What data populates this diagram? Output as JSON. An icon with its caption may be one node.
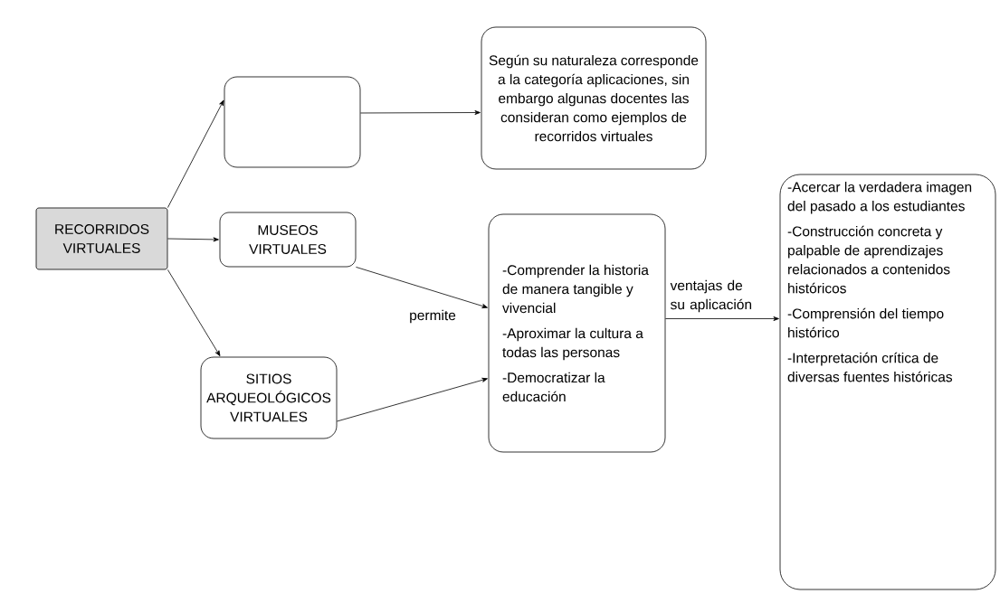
{
  "diagram": {
    "nodes": [
      {
        "text": [
          "RECORRIDOS VIRTUALES"
        ]
      },
      {
        "text": [],
        "shape": "box"
      },
      {
        "text": [
          "Según su naturaleza corresponde a la categoría aplicaciones, sin embargo algunas docentes las consideran como ejemplos de recorridos virtuales"
        ]
      },
      {
        "text": [
          "MUSEOS VIRTUALES"
        ]
      },
      {
        "text": [
          "SITIOS ARQUEOLÓGICOS VIRTUALES"
        ]
      },
      {
        "text": [
          "-Comprender la historia de manera tangible y vivencial",
          "-Aproximar la cultura a todas las personas",
          "-Democratizar la educación"
        ]
      },
      {
        "text": [
          "-Acercar la verdadera imagen del pasado a los estudiantes",
          "-Construcción concreta y palpable de aprendizajes relacionados a contenidos históricos",
          "-Comprensión del tiempo histórico",
          "-Interpretación crítica de diversas fuentes históricas"
        ]
      }
    ],
    "edges": [
      {
        "from": 0,
        "to": 1,
        "arrow": "to"
      },
      {
        "from": 0,
        "to": 3,
        "arrow": "to"
      },
      {
        "from": 0,
        "to": 4,
        "arrow": "to"
      },
      {
        "from": 1,
        "to": 2,
        "arrow": "to"
      },
      {
        "from": 3,
        "to": 5,
        "arrow": "to"
      },
      {
        "from": 4,
        "to": 5,
        "arrow": "to"
      },
      {
        "from": 5,
        "to": 6,
        "arrow": "to",
        "label": "ventajas de su aplicación"
      }
    ],
    "labels": [
      "permite"
    ]
  }
}
